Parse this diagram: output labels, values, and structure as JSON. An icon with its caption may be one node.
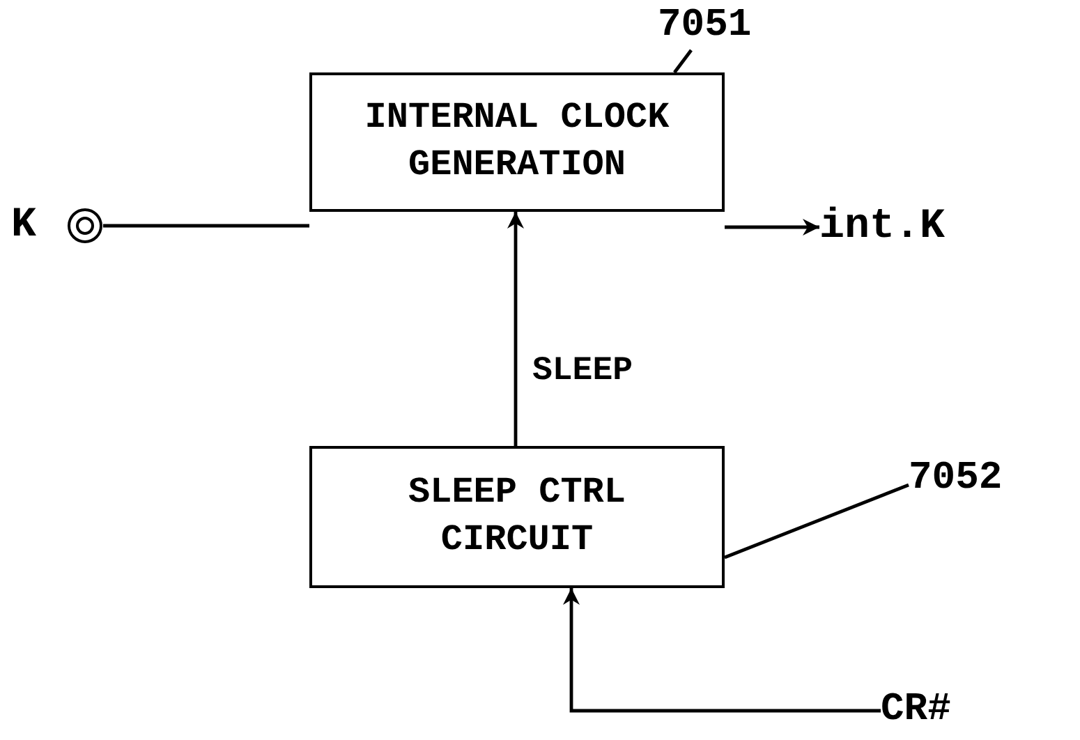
{
  "diagram": {
    "nodes": [
      {
        "text": [
          "INTERNAL CLOCK GENERATION"
        ]
      },
      {
        "text": [
          "SLEEP CTRL CIRCUIT"
        ]
      },
      {
        "text": [],
        "shape": "circle",
        "beside": [
          "K"
        ]
      },
      {
        "text": [
          "int.K"
        ]
      },
      {
        "text": [
          "CR#"
        ]
      },
      {
        "text": [
          "7051"
        ]
      },
      {
        "text": [
          "7052"
        ]
      }
    ],
    "edges": [
      {
        "from": 2,
        "to": 0,
        "arrow": "none"
      },
      {
        "from": 0,
        "to": 3,
        "arrow": "to"
      },
      {
        "from": 1,
        "to": 0,
        "arrow": "to",
        "label": "SLEEP"
      },
      {
        "from": 4,
        "to": 1,
        "arrow": "to"
      },
      {
        "from": 5,
        "to": 0,
        "arrow": "none"
      },
      {
        "from": 6,
        "to": 1,
        "arrow": "none"
      }
    ]
  }
}
